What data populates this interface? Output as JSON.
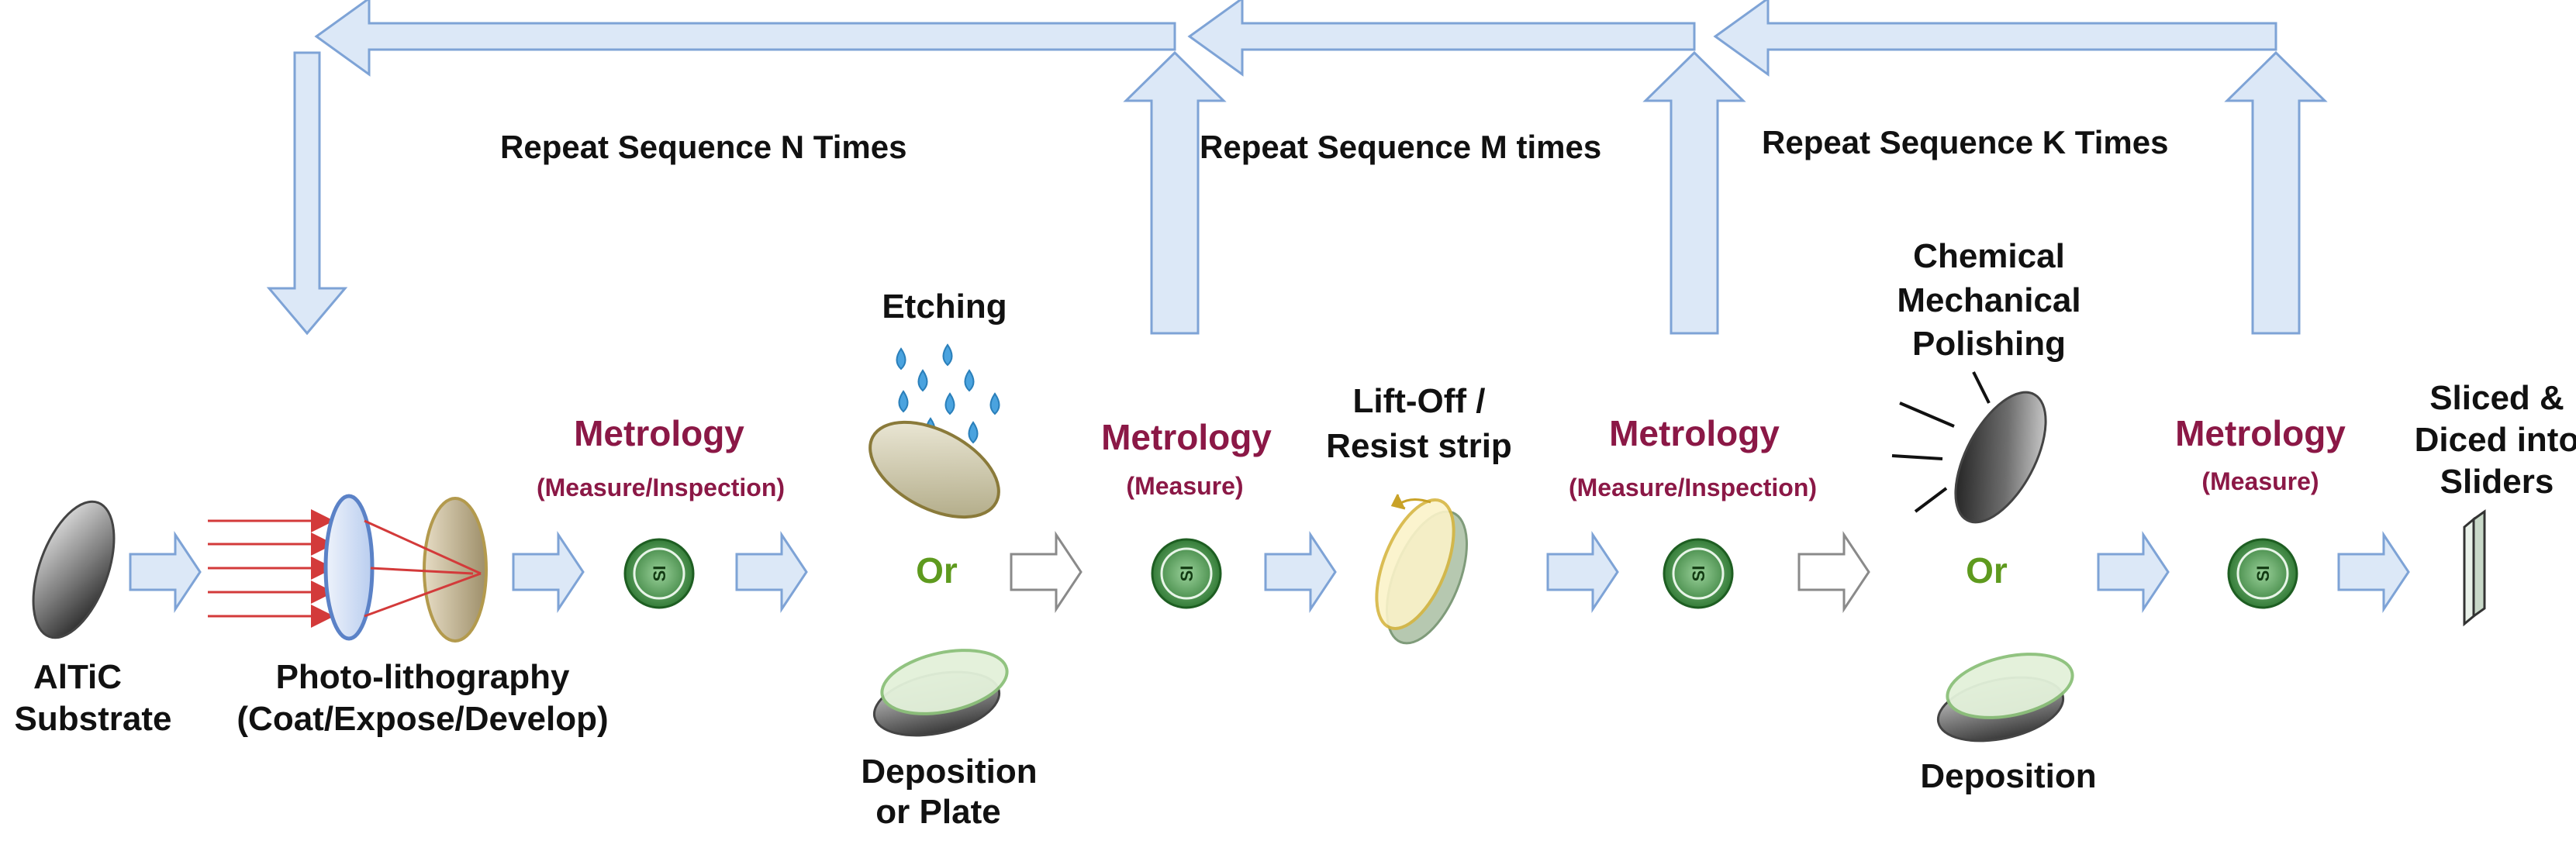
{
  "colors": {
    "arrow_fill": "#dce8f7",
    "arrow_stroke": "#7ea3d6",
    "metrology": "#8b1846",
    "or": "#5e9a1e",
    "metrology_icon": "#2e7d32"
  },
  "loops": {
    "n": "Repeat Sequence N Times",
    "m": "Repeat Sequence M times",
    "k": "Repeat Sequence K Times"
  },
  "steps": {
    "substrate": [
      "AlTiC",
      "Substrate"
    ],
    "photolitho": [
      "Photo-lithography",
      "(Coat/Expose/Develop)"
    ],
    "etching": "Etching",
    "deposition_plate": [
      "Deposition",
      "or Plate"
    ],
    "liftoff": [
      "Lift-Off  /",
      "Resist strip"
    ],
    "cmp": [
      "Chemical",
      "Mechanical",
      "Polishing"
    ],
    "deposition": "Deposition",
    "sliced": [
      "Sliced &",
      "Diced into",
      "Sliders"
    ]
  },
  "metrology": [
    {
      "title": "Metrology",
      "sub": "(Measure/Inspection)"
    },
    {
      "title": "Metrology",
      "sub": "(Measure)"
    },
    {
      "title": "Metrology",
      "sub": "(Measure/Inspection)"
    },
    {
      "title": "Metrology",
      "sub": "(Measure)"
    }
  ],
  "or_label": "Or",
  "si_label": "SI",
  "icons": [
    "lens-icon",
    "wafer-icon",
    "water-drops-icon",
    "si-metrology-icon",
    "rotate-arrow-icon",
    "slider-icon"
  ]
}
